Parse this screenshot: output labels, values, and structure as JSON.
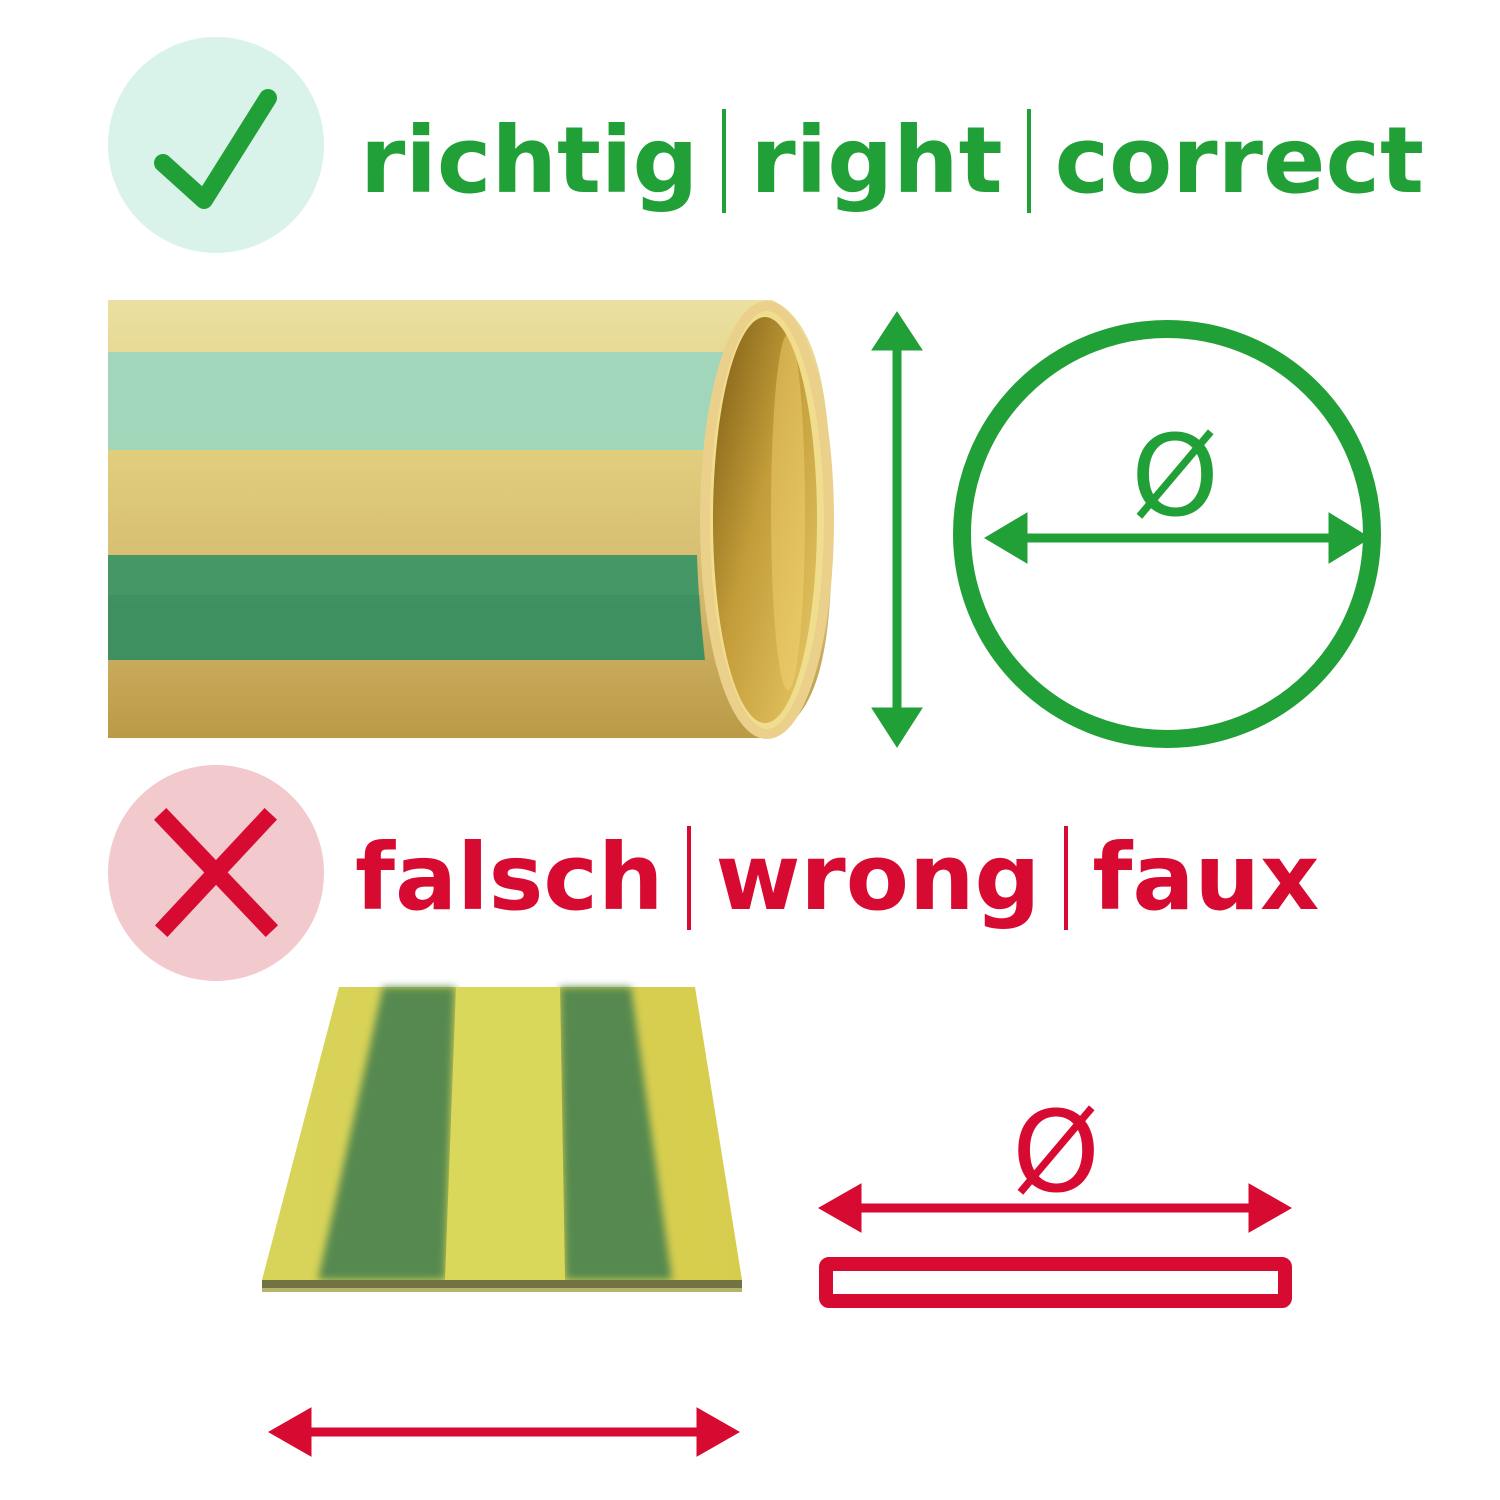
{
  "colors": {
    "green": "#22a038",
    "red": "#d70a32",
    "green_bubble": "#d9f2ea",
    "red_bubble": "#f2c9cc"
  },
  "right_section": {
    "icon": "check-icon",
    "labels": [
      "richtig",
      "right",
      "correct"
    ],
    "diameter_symbol": "Ø"
  },
  "wrong_section": {
    "icon": "x-icon",
    "labels": [
      "falsch",
      "wrong",
      "faux"
    ],
    "diameter_symbol": "Ø"
  }
}
